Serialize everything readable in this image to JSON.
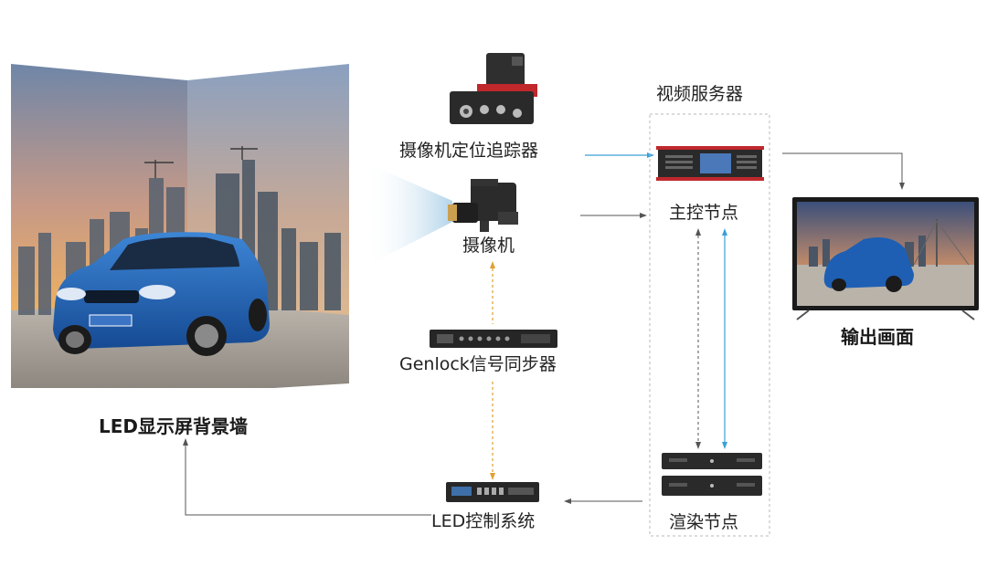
{
  "labels": {
    "led_wall": "LED显示屏背景墙",
    "tracker": "摄像机定位追踪器",
    "camera": "摄像机",
    "genlock": "Genlock信号同步器",
    "led_control": "LED控制系统",
    "server_group": "视频服务器",
    "master_node": "主控节点",
    "render_node": "渲染节点",
    "output": "输出画面"
  },
  "colors": {
    "blue_arrow": "#3aa0d8",
    "orange_arrow": "#e0a030",
    "dark_arrow": "#555555",
    "dashed_box": "#b8b8b8",
    "monitor_sky": "#3b4f7a",
    "car_blue": "#1e5fb4",
    "device_dark": "#2a2a2a",
    "device_red": "#c0282c"
  },
  "icons": {
    "tracker": "camera-tracker-device-icon",
    "camera": "cinema-camera-icon",
    "genlock": "rack-sync-device-icon",
    "led_control": "led-controller-device-icon",
    "master": "rack-server-red-icon",
    "render": "rack-server-stack-icon",
    "monitor": "tv-monitor-icon"
  }
}
